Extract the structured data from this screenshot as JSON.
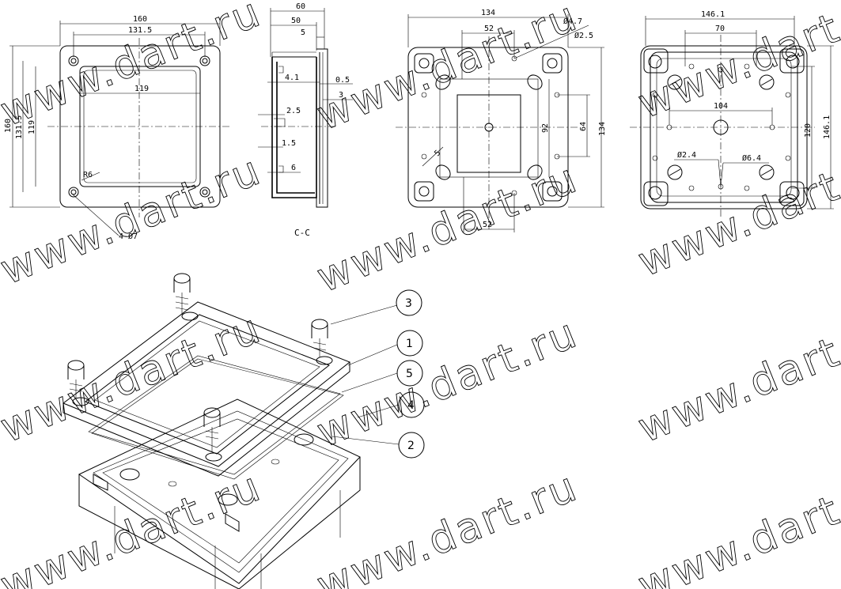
{
  "front_view": {
    "dims": {
      "width_outer": "160",
      "width_holes": "131.5",
      "width_window": "119",
      "height_outer": "160",
      "height_holes": "131.5",
      "height_window": "119",
      "radius": "R6",
      "hole_size": "4-Ø7"
    }
  },
  "section_view": {
    "title": "C-C",
    "dims": {
      "depth_total": "60",
      "depth_body": "50",
      "lid": "5",
      "d1": "4.1",
      "d2": "0.5",
      "d3": "3",
      "d4": "2.5",
      "d5": "1.5",
      "d6": "6"
    }
  },
  "base_view": {
    "dims": {
      "width": "134",
      "inner": "52",
      "height": "134",
      "h_inner": "92",
      "h_pitch": "64",
      "hole": "Ø4.7",
      "slot": "Ø2.5",
      "slot_w": "5",
      "bottom": "52"
    }
  },
  "interior_view": {
    "dims": {
      "width": "146.1",
      "top_pitch": "70",
      "mid_pitch": "104",
      "height_pitch": "120",
      "height": "146.1",
      "hole_small": "Ø2.4",
      "hole_large": "Ø6.4"
    }
  },
  "balloons": [
    "3",
    "1",
    "5",
    "4",
    "2"
  ],
  "watermark": "www.dart.ru"
}
